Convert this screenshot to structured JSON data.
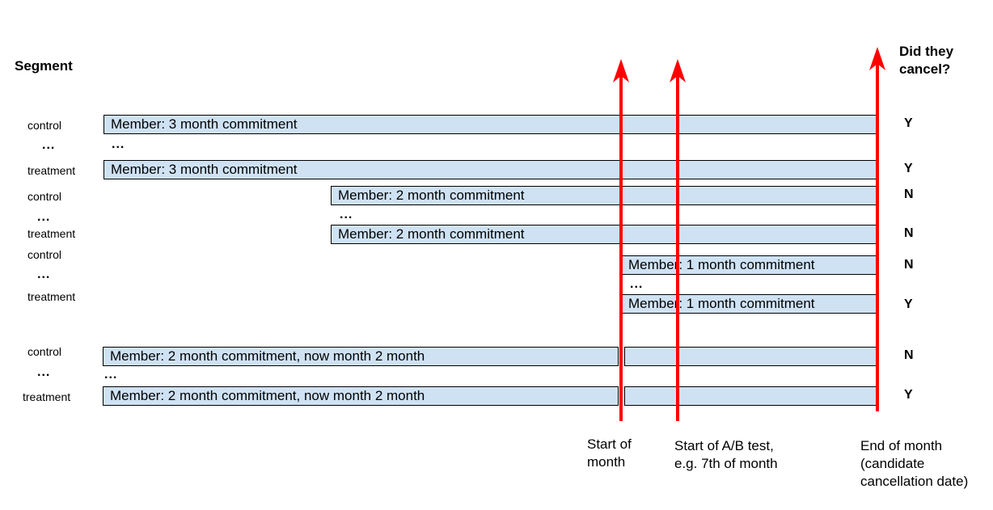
{
  "header": {
    "segment": "Segment",
    "cancel_line1": "Did they",
    "cancel_line2": "cancel?"
  },
  "ellipsis": "...",
  "segments": {
    "s1": "control",
    "s2": "treatment",
    "s3": "control",
    "s4": "treatment",
    "s5": "control",
    "s6": "treatment",
    "s7": "control",
    "s8": "treatment"
  },
  "bars": {
    "b3m_control": "Member: 3 month commitment",
    "b3m_treatment": "Member: 3 month commitment",
    "b2m_control": "Member: 2 month commitment",
    "b2m_treatment": "Member: 2 month commitment",
    "b1m_control": "Member: 1 month commitment",
    "b1m_treatment": "Member: 1 month commitment",
    "b2mnow_control": "Member: 2 month commitment, now month 2 month",
    "b2mnow_treatment": "Member: 2 month commitment, now month 2 month"
  },
  "answers": {
    "a1": "Y",
    "a2": "Y",
    "a3": "N",
    "a4": "N",
    "a5": "N",
    "a6": "Y",
    "a7": "N",
    "a8": "Y"
  },
  "markers": {
    "start_month_l1": "Start of",
    "start_month_l2": "month",
    "ab_start_l1": "Start of A/B test,",
    "ab_start_l2": "e.g. 7th of month",
    "end_month_l1": "End of month",
    "end_month_l2": "(candidate",
    "end_month_l3": "cancellation date)"
  },
  "colors": {
    "arrow": "#ff0000",
    "bar_fill": "#cfe2f3",
    "bar_border": "#000000"
  }
}
